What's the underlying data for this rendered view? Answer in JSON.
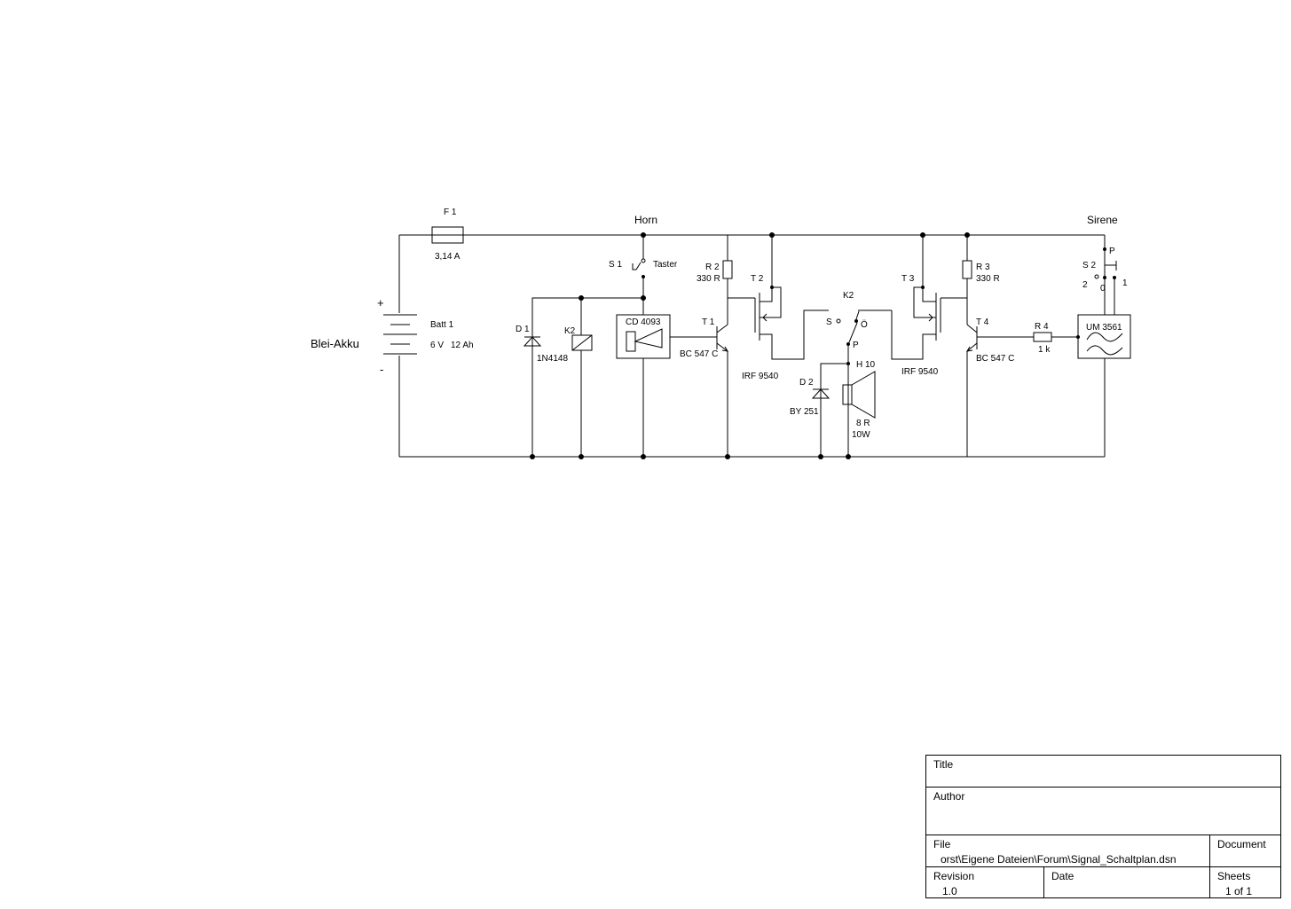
{
  "schematic": {
    "battery": {
      "label": "Blei-Akku",
      "ref": "Batt 1",
      "voltage": "6 V",
      "capacity": "12 Ah",
      "plus": "+",
      "minus": "-"
    },
    "fuse": {
      "ref": "F 1",
      "value": "3,14 A"
    },
    "sections": {
      "horn": "Horn",
      "siren": "Sirene"
    },
    "s1": {
      "ref": "S 1",
      "label": "Taster"
    },
    "d1": {
      "ref": "D 1",
      "value": "1N4148"
    },
    "k2_coil": {
      "ref": "K2"
    },
    "ic_cd4093": {
      "ref": "CD 4093"
    },
    "r2": {
      "ref": "R 2",
      "value": "330 R"
    },
    "t1": {
      "ref": "T 1",
      "value": "BC 547 C"
    },
    "t2": {
      "ref": "T 2",
      "value": "IRF 9540"
    },
    "k2_switch": {
      "ref": "K2",
      "pos_s": "S",
      "pos_o": "Ö",
      "pos_p": "P"
    },
    "d2": {
      "ref": "D 2",
      "value": "BY 251"
    },
    "speaker": {
      "ref": "H 10",
      "impedance": "8 R",
      "power": "10W"
    },
    "t3": {
      "ref": "T 3",
      "value": "IRF 9540"
    },
    "r3": {
      "ref": "R 3",
      "value": "330 R"
    },
    "t4": {
      "ref": "T 4",
      "value": "BC 547 C"
    },
    "r4": {
      "ref": "R 4",
      "value": "1 k"
    },
    "ic_um3561": {
      "ref": "UM 3561"
    },
    "s2": {
      "ref": "S 2",
      "pos_p": "P",
      "pos_2": "2",
      "pos_0": "0",
      "pos_1": "1"
    }
  },
  "title_block": {
    "title_label": "Title",
    "title_value": "",
    "author_label": "Author",
    "author_value": "",
    "file_label": "File",
    "file_value": "orst\\Eigene Dateien\\Forum\\Signal_Schaltplan.dsn",
    "document_label": "Document",
    "revision_label": "Revision",
    "revision_value": "1.0",
    "date_label": "Date",
    "sheets_label": "Sheets",
    "sheets_value": "1 of 1"
  }
}
